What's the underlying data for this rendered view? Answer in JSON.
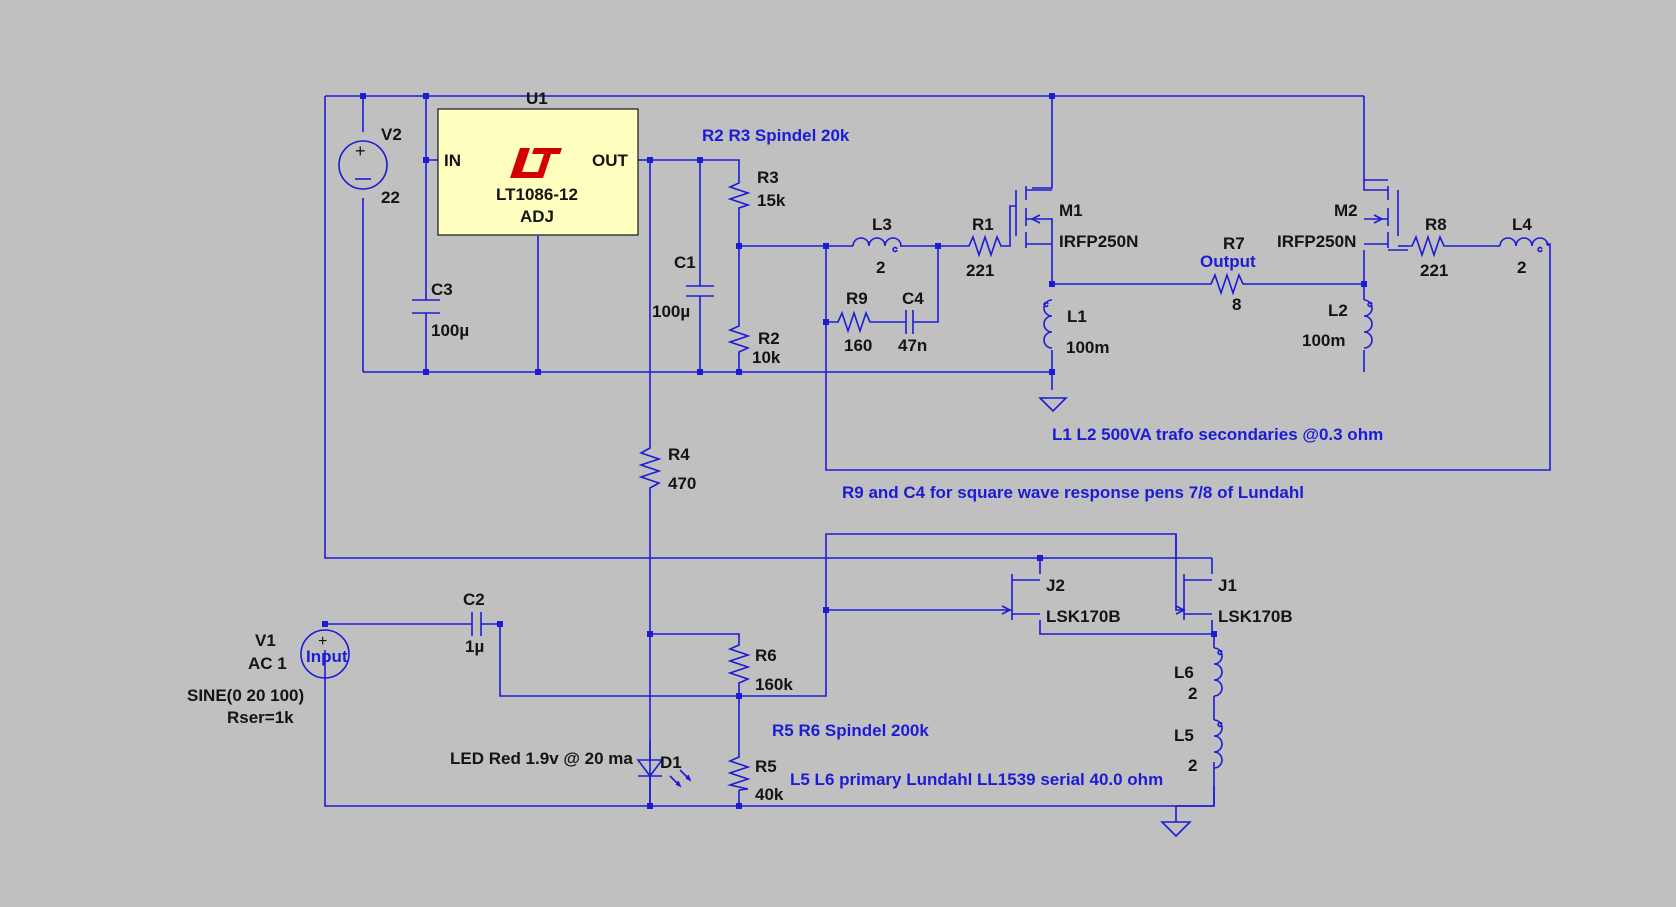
{
  "u1": {
    "ref": "U1",
    "part": "LT1086-12",
    "adj": "ADJ",
    "pin_in": "IN",
    "pin_out": "OUT"
  },
  "v2": {
    "ref": "V2",
    "value": "22"
  },
  "c3": {
    "ref": "C3",
    "value": "100µ"
  },
  "c1": {
    "ref": "C1",
    "value": "100µ"
  },
  "r3": {
    "ref": "R3",
    "value": "15k"
  },
  "r2": {
    "ref": "R2",
    "value": "10k"
  },
  "l3": {
    "ref": "L3",
    "value": "2"
  },
  "r1": {
    "ref": "R1",
    "value": "221"
  },
  "r9": {
    "ref": "R9",
    "value": "160"
  },
  "c4": {
    "ref": "C4",
    "value": "47n"
  },
  "m1": {
    "ref": "M1",
    "part": "IRFP250N"
  },
  "l1": {
    "ref": "L1",
    "value": "100m"
  },
  "r7": {
    "ref": "R7",
    "label": "Output",
    "value": "8"
  },
  "m2": {
    "ref": "M2",
    "part": "IRFP250N"
  },
  "r8": {
    "ref": "R8",
    "value": "221"
  },
  "l4": {
    "ref": "L4",
    "value": "2"
  },
  "l2": {
    "ref": "L2",
    "value": "100m"
  },
  "r4": {
    "ref": "R4",
    "value": "470"
  },
  "c2": {
    "ref": "C2",
    "value": "1µ"
  },
  "v1": {
    "ref": "V1",
    "ac": "AC 1",
    "label": "Input",
    "sine": "SINE(0 20 100)",
    "rser": "Rser=1k"
  },
  "r6": {
    "ref": "R6",
    "value": "160k"
  },
  "r5": {
    "ref": "R5",
    "value": "40k"
  },
  "d1": {
    "ref": "D1"
  },
  "j2": {
    "ref": "J2",
    "part": "LSK170B"
  },
  "j1": {
    "ref": "J1",
    "part": "LSK170B"
  },
  "l6": {
    "ref": "L6",
    "value": "2"
  },
  "l5": {
    "ref": "L5",
    "value": "2"
  },
  "notes": {
    "r2r3": "R2 R3 Spindel 20k",
    "l1l2": "L1 L2 500VA trafo secondaries @0.3 ohm",
    "r9c4": "R9 and C4 for square wave response pens 7/8 of Lundahl",
    "r5r6": "R5 R6 Spindel 200k",
    "led": "LED Red 1.9v @ 20 ma",
    "l5l6": "L5 L6 primary Lundahl LL1539 serial 40.0 ohm"
  },
  "colors": {
    "background": "#c0c0c0",
    "wire": "#1c1cd6",
    "text": "#141414",
    "regulator_fill": "#ffffc0",
    "logo": "#d40000"
  }
}
